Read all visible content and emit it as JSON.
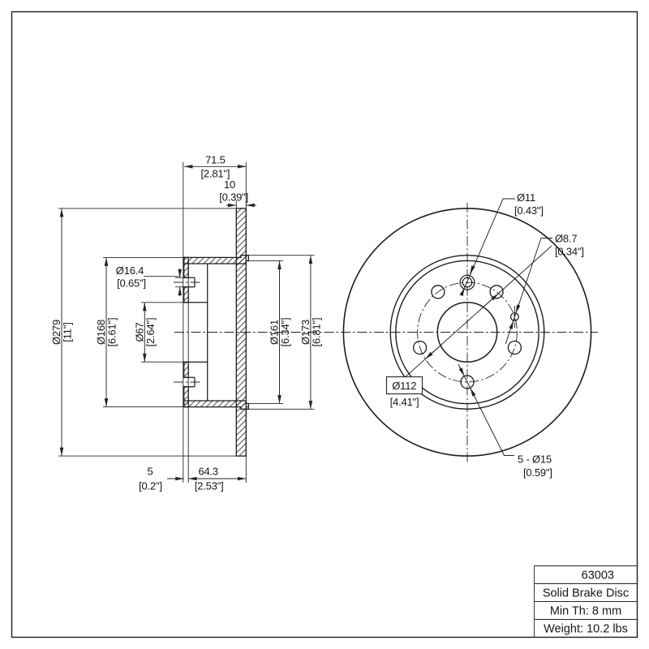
{
  "part_info": {
    "part_number": "63003",
    "description": "Solid Brake Disc",
    "min_thickness": "Min Th: 8 mm",
    "weight": "Weight: 10.2 lbs"
  },
  "section_view": {
    "overall_width_mm": "71.5",
    "overall_width_in": "[2.81\"]",
    "disc_thickness_mm": "10",
    "disc_thickness_in": "[0.39\"]",
    "mount_hole_dia_mm": "Ø16.4",
    "mount_hole_dia_in": "[0.65\"]",
    "outer_dia_mm": "Ø279",
    "outer_dia_in": "[11\"]",
    "hat_outer_dia_mm": "Ø168",
    "hat_outer_dia_in": "[6.61\"]",
    "center_bore_mm": "Ø67",
    "center_bore_in": "[2.64\"]",
    "hat_inner_dia_mm": "Ø161",
    "hat_inner_dia_in": "[6.34\"]",
    "flange_dia_mm": "Ø173",
    "flange_dia_in": "[6.81\"]",
    "plate_thickness_mm": "5",
    "plate_thickness_in": "[0.2\"]",
    "hat_depth_mm": "64.3",
    "hat_depth_in": "[2.53\"]"
  },
  "front_view": {
    "screw_hole_mm": "Ø11",
    "screw_hole_in": "[0.43\"]",
    "pin_hole_mm": "Ø8.7",
    "pin_hole_in": "[0.34\"]",
    "bolt_circle_mm": "Ø112",
    "bolt_circle_in": "[4.41\"]",
    "lug_holes_mm": "5 - Ø15",
    "lug_holes_in": "[0.59\"]"
  }
}
